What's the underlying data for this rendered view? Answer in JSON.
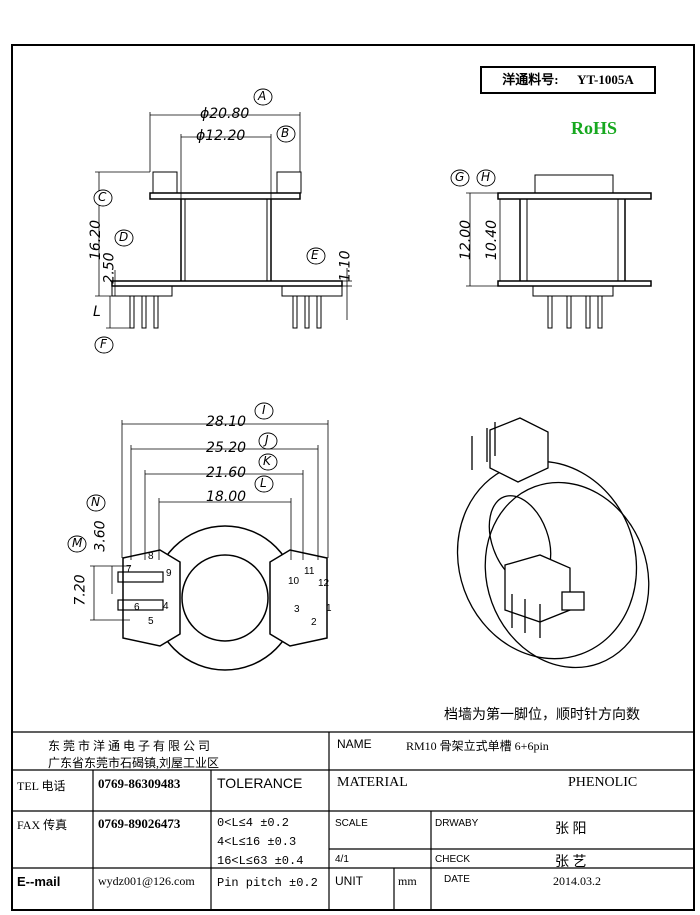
{
  "header": {
    "part_number_label": "洋通料号:",
    "part_number": "YT-1005A",
    "rohs": "RoHS"
  },
  "dimensions": {
    "A": "ϕ20.80",
    "B": "ϕ12.20",
    "C": "16.20",
    "D": "2.50",
    "E": "1.10",
    "F": "L",
    "G": "12.00",
    "H": "10.40",
    "I": "28.10",
    "J": "25.20",
    "K": "21.60",
    "L": "18.00",
    "M": "7.20",
    "N": "3.60"
  },
  "bubbles": [
    "A",
    "B",
    "C",
    "D",
    "E",
    "F",
    "G",
    "H",
    "I",
    "J",
    "K",
    "L",
    "M",
    "N"
  ],
  "pins_left": [
    "7",
    "8",
    "9",
    "6",
    "5",
    "4"
  ],
  "pins_right": [
    "10",
    "11",
    "12",
    "3",
    "2",
    "1"
  ],
  "note": "档墙为第一脚位，顺时针方向数",
  "title_block": {
    "company": "东 莞 市 洋 通 电 子 有 限 公 司",
    "address": "广东省东莞市石碣镇,刘屋工业区",
    "name_label": "NAME",
    "name_value": "RM10 骨架立式单槽 6+6pin",
    "tel_label": "TEL 电话",
    "tel_value": "0769-86309483",
    "fax_label": "FAX 传真",
    "fax_value": "0769-89026473",
    "email_label": "E--mail",
    "email_value": "wydz001@126.com",
    "tolerance_label": "TOLERANCE",
    "tolerance_lines": [
      "0<L≤4   ±0.2",
      "4<L≤16  ±0.3",
      "16<L≤63  ±0.4",
      "Pin pitch  ±0.2"
    ],
    "material_label": "MATERIAL",
    "material_value": "PHENOLIC",
    "scale_label": "SCALE",
    "scale_value": "4/1",
    "drwaby_label": "DRWABY",
    "drwaby_value": "张 阳",
    "check_label": "CHECK",
    "check_value": "张 艺",
    "unit_label": "UNIT",
    "unit_value": "mm",
    "date_label": "DATE",
    "date_value": "2014.03.2"
  }
}
